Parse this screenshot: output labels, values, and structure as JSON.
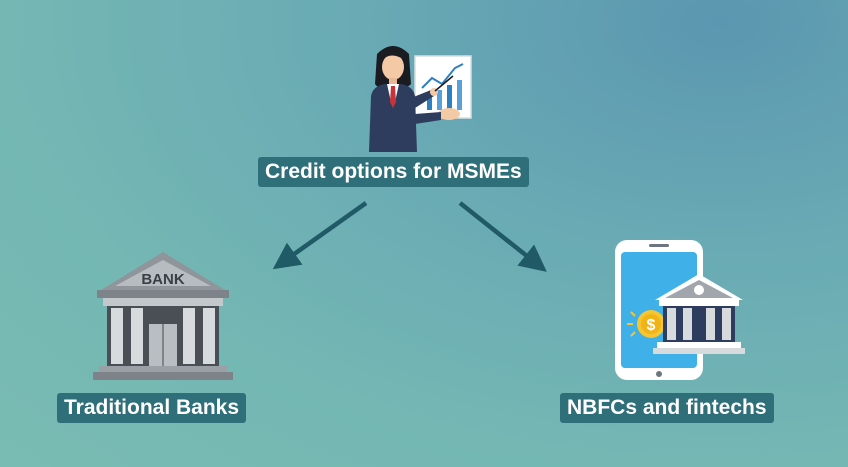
{
  "root": {
    "label": "Credit options for MSMEs"
  },
  "branches": [
    {
      "label": "Traditional Banks",
      "sign_text": "BANK"
    },
    {
      "label": "NBFCs and fintechs",
      "coin_symbol": "$"
    }
  ],
  "colors": {
    "label_bg": "#2f6f7a",
    "arrow": "#1f5a66",
    "suit": "#2e3d5e",
    "bank_gray": "#9aa0a6",
    "phone_screen": "#3fb0e8",
    "coin": "#f7c531"
  },
  "icons": [
    "presenter-icon",
    "bank-building-icon",
    "phone-bank-icon",
    "dollar-coin-icon"
  ]
}
